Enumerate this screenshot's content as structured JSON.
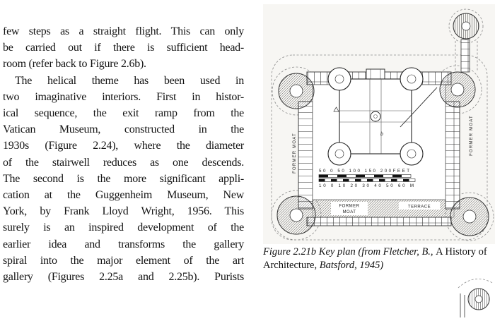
{
  "page_text": {
    "lines": [
      "few steps as a straight flight. This can only",
      "be carried out if there is sufficient head-",
      "room (refer back to Figure 2.6b).",
      "The helical theme has been used in",
      "two imaginative interiors. First in histor-",
      "ical sequence, the exit ramp from the",
      "Vatican Museum, constructed in the",
      "1930s (Figure 2.24), where the diameter",
      "of the stairwell reduces as one descends.",
      "The second is the more significant appli-",
      "cation at the Guggenheim Museum, New",
      "York, by Frank Lloyd Wright, 1956. This",
      "surely is an inspired development of the",
      "earlier idea and transforms the gallery",
      "spiral into the major element of the art",
      "gallery (Figures 2.25a and 2.25b). Purists"
    ]
  },
  "figure": {
    "caption": {
      "part1": "Figure 2.21b Key plan (from Fletcher, B., ",
      "book_title": "A History of Architecture,",
      "part2": " Batsford, 1945)"
    },
    "plan": {
      "moat_left": "FORMER MOAT",
      "moat_right": "FORMER MOAT",
      "former": "FORMER",
      "moat": "MOAT",
      "terrace": "TERRACE",
      "scale_feet": "50 0 50 100 150 200FEET",
      "scale_metres": "10 0 10 20 30 40 50 60 M",
      "stair_label": "b"
    }
  },
  "colors": {
    "ink": "#222222",
    "paper": "#ffffff",
    "scan_tint": "#f7f6f3"
  }
}
